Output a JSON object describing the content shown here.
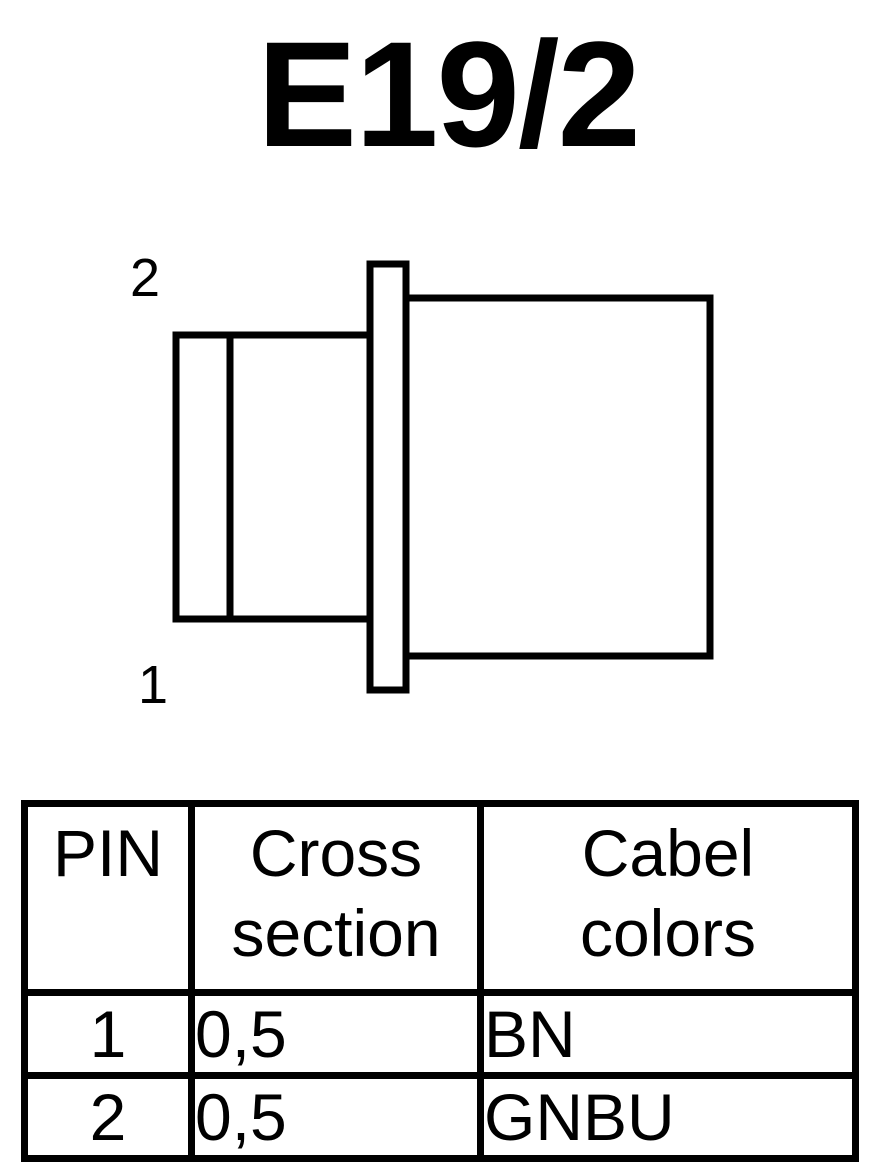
{
  "title": "E19/2",
  "diagram": {
    "pin_top_label": "2",
    "pin_bottom_label": "1"
  },
  "table": {
    "headers": {
      "pin": "PIN",
      "cross_line1": "Cross",
      "cross_line2": "section",
      "color_line1": "Cabel",
      "color_line2": "colors"
    },
    "rows": [
      {
        "pin": "1",
        "cross_section": "0,5",
        "color": "BN"
      },
      {
        "pin": "2",
        "cross_section": "0,5",
        "color": "GNBU"
      }
    ]
  }
}
